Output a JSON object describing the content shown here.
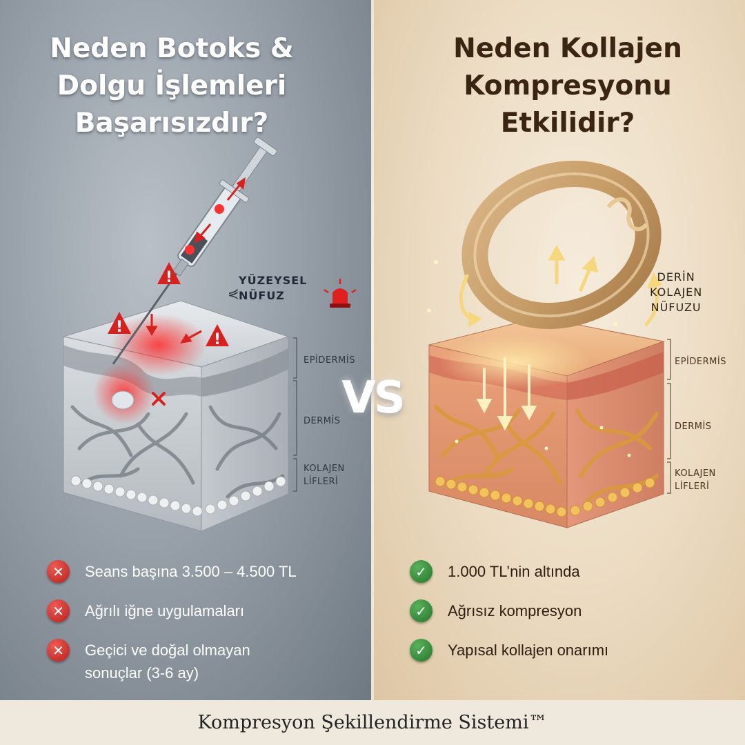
{
  "left": {
    "title": "Neden Botoks &\nDolgu İşlemleri\nBaşarısızdır?",
    "penetration_label": "YÜZEYSEL\nNÜFUZ",
    "layers": [
      "EPİDERMİS",
      "DERMİS",
      "KOLAJEN\nLİFLERİ"
    ],
    "bullets": [
      "Seans başına 3.500 – 4.500 TL",
      "Ağrılı iğne uygulamaları",
      "Geçici ve doğal olmayan\nsonuçlar (3-6 ay)"
    ],
    "bullet_icon": "x-mark-icon"
  },
  "right": {
    "title": "Neden Kollajen\nKompresyonu\nEtkilidir?",
    "penetration_label": "DERİN\nKOLAJEN\nNÜFUZU",
    "layers": [
      "EPİDERMİS",
      "DERMİS",
      "KOLAJEN\nLİFLERİ"
    ],
    "bullets": [
      "1.000 TL’nin altında",
      "Ağrısız kompresyon",
      "Yapısal kollajen onarımı"
    ],
    "bullet_icon": "check-mark-icon"
  },
  "vs_label": "VS",
  "footer": "Kompresyon Şekillendirme Sistemi™",
  "colors": {
    "left_bg": "#98a1aa",
    "right_bg": "#ecdcc3",
    "warning_red": "#d9201f",
    "success_green": "#2f8a35",
    "collagen_gold": "#d99a3c"
  }
}
